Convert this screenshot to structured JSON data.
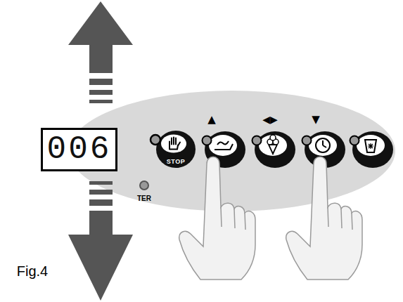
{
  "diagram": {
    "caption": "Fig.4",
    "nodes": [
      {
        "text": [
          "006"
        ]
      },
      {
        "text": [
          "STOP"
        ]
      }
    ],
    "labels": [
      "▲",
      "◀▶",
      "▼",
      "TER"
    ]
  }
}
